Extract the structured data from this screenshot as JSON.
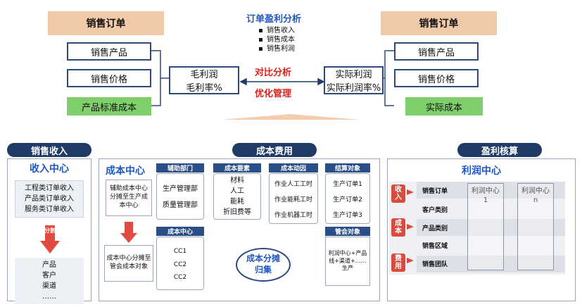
{
  "top": {
    "order_left": "销售订单",
    "order_right": "销售订单",
    "center_title": "订单盈利分析",
    "center_bullets": [
      "销售收入",
      "销售成本",
      "销售利润"
    ],
    "left_items": [
      "销售产品",
      "销售价格",
      "产品标准成本"
    ],
    "right_items": [
      "销售产品",
      "销售价格",
      "实际成本"
    ],
    "gross_profit": "毛利润",
    "gross_margin": "毛利率%",
    "actual_profit": "实际利润",
    "actual_margin": "实际利润率%",
    "compare": "对比分析",
    "optimize": "优化管理"
  },
  "left": {
    "pill": "销售收入",
    "title": "收入中心",
    "incomes": [
      "工程类订单收入",
      "产品类订单收入",
      "服务类订单收入"
    ],
    "split": "分割",
    "dims": [
      "产品",
      "客户",
      "渠道",
      "……"
    ]
  },
  "middle": {
    "pill": "成本费用",
    "title": "成本中心",
    "aux_alloc": "辅助成本中心分摊至生产成本中心",
    "cc_alloc": "成本中心分摊至管会成本对象",
    "aux_dept_head": "辅助部门",
    "aux_depts": [
      "生产管理部",
      "质量管理部"
    ],
    "cost_center_head": "成本中心",
    "cost_centers": [
      "CC1",
      "CC2",
      "CC2"
    ],
    "cost_element_head": "成本要素",
    "cost_elements": [
      "材料",
      "人工",
      "能耗",
      "折旧费等"
    ],
    "cost_driver_head": "成本动因",
    "cost_drivers": [
      "作业人工工时",
      "作业能耗工时",
      "作业机器工时"
    ],
    "settle_head": "结算对象",
    "settle_objects": [
      "生产订单1",
      "生产订单2",
      "生产订单3"
    ],
    "mgmt_head": "管会对象",
    "mgmt_text": "利润中心+产品线+渠道+……生产",
    "bubble": "成本分摊归集"
  },
  "right": {
    "pill": "盈利核算",
    "title": "利润中心",
    "tags": [
      "收入",
      "成本",
      "费用"
    ],
    "rows": [
      "销售订单",
      "客户类别",
      "产品类别",
      "销售区域",
      "销售团队"
    ],
    "pc1": "利润中心1",
    "pcn": "利润中心n"
  },
  "colors": {
    "navy": "#1f3b66",
    "tan": "#f0c9a8",
    "green": "#7fcf6a",
    "red": "#e0201c",
    "blue": "#1f57c3"
  }
}
